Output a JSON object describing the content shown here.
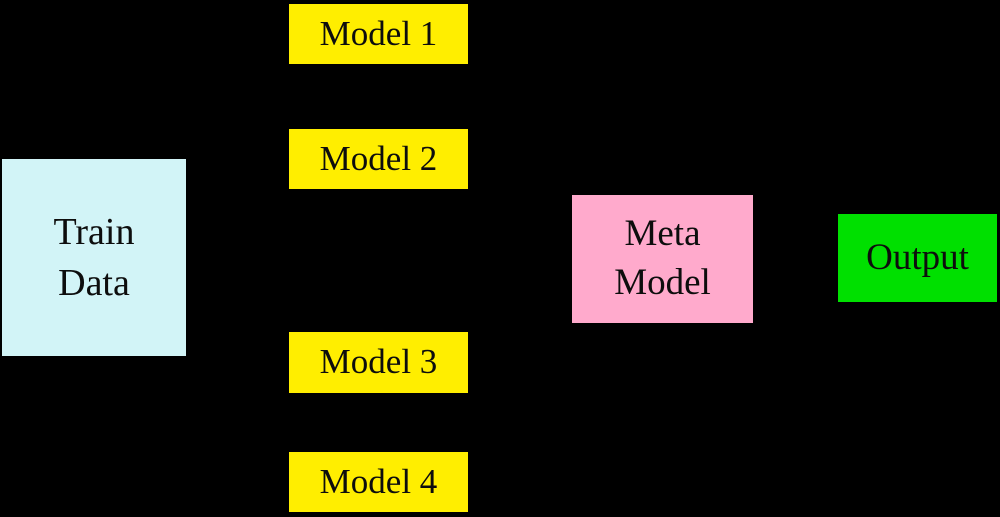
{
  "diagram": {
    "background": "#000000",
    "text_color": "#0d0d0d",
    "nodes": {
      "train_data": {
        "label_line1": "Train",
        "label_line2": "Data",
        "color": "#d2f4f7"
      },
      "models": [
        {
          "label": "Model 1",
          "color": "#ffee00"
        },
        {
          "label": "Model 2",
          "color": "#ffee00"
        },
        {
          "label": "Model 3",
          "color": "#ffee00"
        },
        {
          "label": "Model 4",
          "color": "#ffee00"
        }
      ],
      "meta_model": {
        "label_line1": "Meta",
        "label_line2": "Model",
        "color": "#ffaacc"
      },
      "output": {
        "label": "Output",
        "color": "#00e000"
      }
    }
  }
}
